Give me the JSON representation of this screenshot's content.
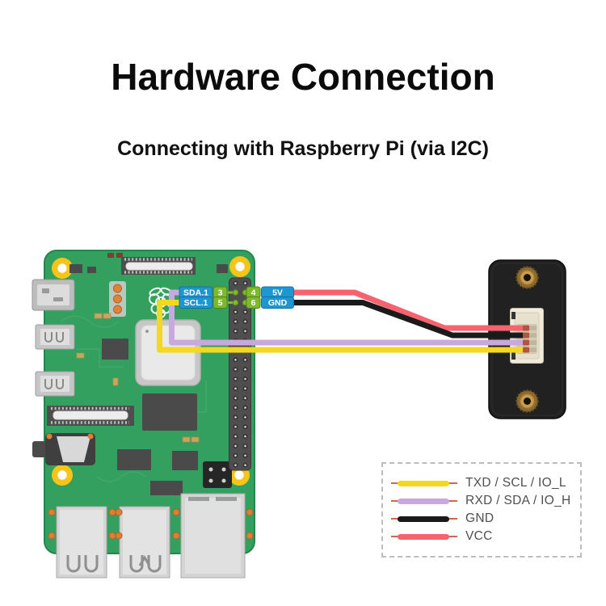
{
  "header": {
    "title": "Hardware Connection",
    "subtitle": "Connecting with Raspberry Pi (via I2C)"
  },
  "board": {
    "name": "Raspberry Pi",
    "pins": {
      "sda": {
        "label": "SDA.1",
        "pin": "3"
      },
      "scl": {
        "label": "SCL.1",
        "pin": "5"
      },
      "power": {
        "label": "5V",
        "pin": "4"
      },
      "ground": {
        "label": "GND",
        "pin": "6"
      }
    }
  },
  "module": {
    "name": "sensor-module",
    "connector_pins": 4
  },
  "colors": {
    "wire_yellow": "#F0D91E",
    "wire_purple": "#C9A8E0",
    "wire_black": "#1A1A1A",
    "wire_red": "#F4636E",
    "board_green": "#33A05F",
    "label_blue": "#1E96D0",
    "label_green": "#7FBA2A",
    "legend_wire_tip": "#C96B50"
  },
  "legend": {
    "items": [
      {
        "name": "txd",
        "color": "#F0D91E",
        "label": "TXD / SCL / IO_L"
      },
      {
        "name": "rxd",
        "color": "#C9A8E0",
        "label": "RXD / SDA / IO_H"
      },
      {
        "name": "gnd",
        "color": "#1A1A1A",
        "label": "GND"
      },
      {
        "name": "vcc",
        "color": "#F4636E",
        "label": "VCC"
      }
    ]
  }
}
